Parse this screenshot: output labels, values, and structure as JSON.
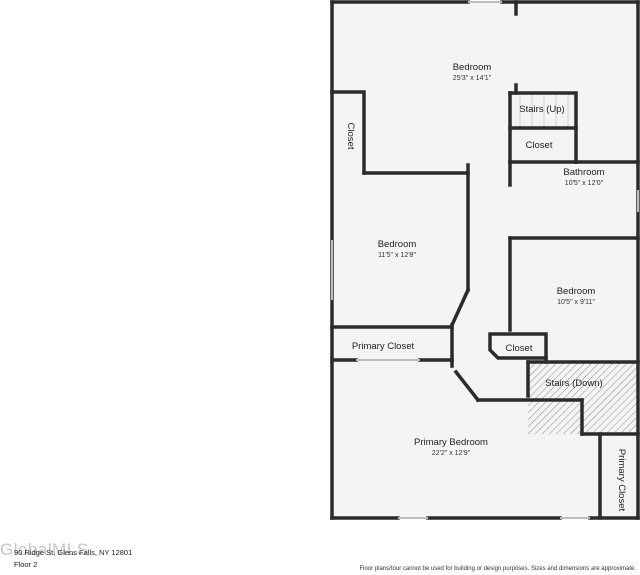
{
  "rooms": {
    "bedroom_top": {
      "name": "Bedroom",
      "dims": "25'3\" x 14'1\""
    },
    "closet_left": {
      "name": "Closet"
    },
    "stairs_up": {
      "name": "Stairs (Up)"
    },
    "closet_center": {
      "name": "Closet"
    },
    "bathroom": {
      "name": "Bathroom",
      "dims": "10'5\" x 12'0\""
    },
    "bedroom_left": {
      "name": "Bedroom",
      "dims": "11'5\" x 12'8\""
    },
    "bedroom_right": {
      "name": "Bedroom",
      "dims": "10'5\" x 9'11\""
    },
    "primary_closet": {
      "name": "Primary Closet"
    },
    "closet_small": {
      "name": "Closet"
    },
    "stairs_down": {
      "name": "Stairs (Down)"
    },
    "primary_bedroom": {
      "name": "Primary Bedroom",
      "dims": "22'2\" x 12'9\""
    },
    "primary_closet_2": {
      "name": "Primary Closet"
    }
  },
  "footer": {
    "address": "90 Ridge St, Glens Falls, NY 12801",
    "floor": "Floor 2",
    "watermark": "GlobalMLS",
    "disclaimer": "Floor plans/tour cannot be used for building or design purposes. Sizes and dimensions are approximate."
  },
  "colors": {
    "wall": "#2b2b2b",
    "floor": "#f4f4f4",
    "stairs_hatch": "#888888"
  }
}
